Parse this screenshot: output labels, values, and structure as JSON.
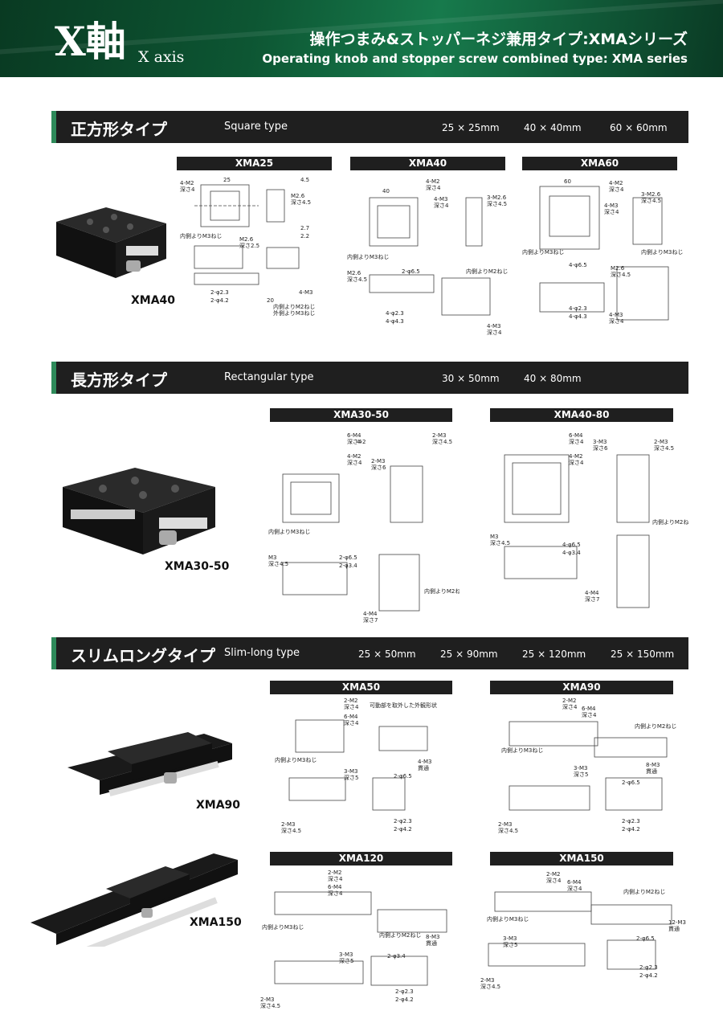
{
  "header": {
    "title_big": "X軸",
    "title_axis": "X axis",
    "title_jp": "操作つまみ&ストッパーネジ兼用タイプ:XMAシリーズ",
    "title_en": "Operating knob and stopper screw combined type: XMA series"
  },
  "sections": [
    {
      "jp": "正方形タイプ",
      "en": "Square type",
      "sizes": [
        "25 × 25mm",
        "40 × 40mm",
        "60 × 60mm"
      ],
      "product": "XMA40",
      "models": [
        "XMA25",
        "XMA40",
        "XMA60"
      ]
    },
    {
      "jp": "長方形タイプ",
      "en": "Rectangular type",
      "sizes": [
        "30 × 50mm",
        "40 × 80mm"
      ],
      "product": "XMA30-50",
      "models": [
        "XMA30-50",
        "XMA40-80"
      ]
    },
    {
      "jp": "スリムロングタイプ",
      "en": "Slim-long type",
      "sizes": [
        "25 × 50mm",
        "25 × 90mm",
        "25 × 120mm",
        "25 × 150mm"
      ],
      "products": [
        "XMA90",
        "XMA150"
      ],
      "models": [
        "XMA50",
        "XMA90",
        "XMA120",
        "XMA150"
      ]
    }
  ],
  "notes": {
    "inner_m3": "内側よりM3ねじ",
    "inner_m2": "内側よりM2ねじ",
    "outer_m3": "外側よりM3ねじ",
    "removed": "可動部を取外した外観形状",
    "through": "貫通"
  }
}
